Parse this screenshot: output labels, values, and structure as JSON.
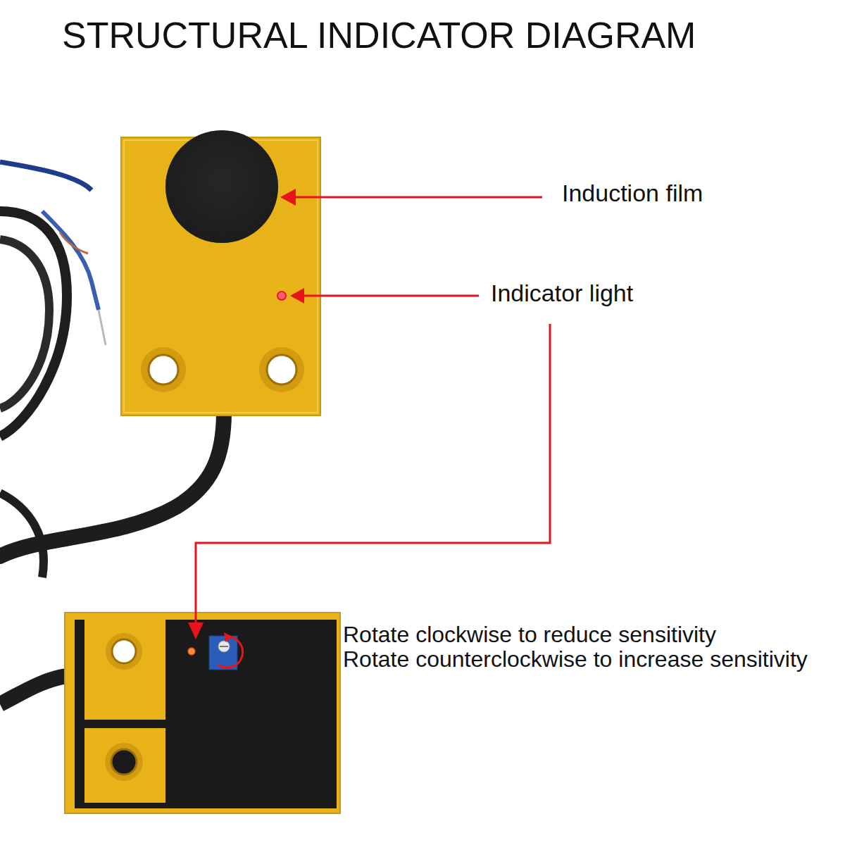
{
  "diagram": {
    "title": "STRUCTURAL INDICATOR DIAGRAM",
    "labels": [
      "Induction film",
      "Indicator light",
      "Rotate clockwise to reduce sensitivity",
      "Rotate counterclockwise to increase sensitivity"
    ]
  }
}
